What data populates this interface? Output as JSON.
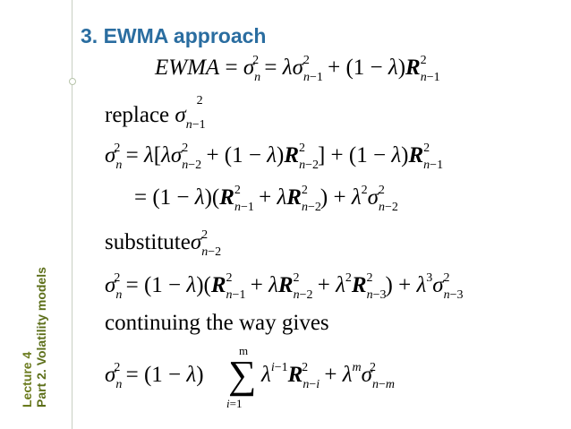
{
  "sidebar": {
    "lecture": "Lecture 4",
    "part": "Part 2. Volatility models"
  },
  "slide": {
    "title": "3. EWMA approach",
    "eq1": "EWMA = σn2 = λσn−12 + (1 − λ)Rn−12",
    "text_replace": "replace σn−12",
    "eq2": "σn2 = λ[λσn−22 + (1 − λ)Rn−22] + (1 − λ)Rn−12",
    "eq3": "= (1 − λ)(Rn−12 + λRn−22) + λ2σn−22",
    "text_substitute": "substitute σn−22",
    "eq4": "σn2 = (1 − λ)(Rn−12 + λRn−22 + λ2Rn−32) + λ3σn−32",
    "text_continuing": "continuing the way gives",
    "eq5": "σn2 = (1 − λ) Σi=1m λi−1Rn−i2 + λmσn−m2"
  }
}
